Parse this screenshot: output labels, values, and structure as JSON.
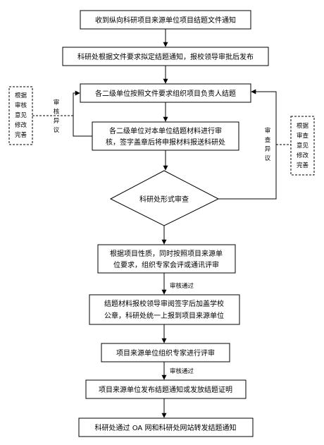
{
  "steps": {
    "s1": "收到纵向科研项目来源单位项目结题文件通知",
    "s2": "科研处根据文件要求拟定结题通知，报校领导审批后发布",
    "s3": "各二级单位按照文件要求组织项目负责人结题",
    "s4_line1": "各二级单位对本单位结题材料进行审",
    "s4_line2": "核，签字盖章后将申报材料报送科研处",
    "decision": "科研处形式审查",
    "s5_line1": "根据项目性质，同时按照项目来源单",
    "s5_line2": "位要求，组织专家会评或通讯评审",
    "s6_line1": "结题材料报校领导审阅签字后加盖学校",
    "s6_line2": "公章，科研处统一上报到项目来源单位",
    "s7": "项目来源单位组织专家进行评审",
    "s8": "项目来源单位发布结题通知或发放结题证明",
    "s9": "科研处通过 OA 网和科研处网站转发结题通知"
  },
  "labels": {
    "pass1": "审核通过",
    "pass2": "审核通过",
    "objection_left": [
      "审",
      "核",
      "异",
      "议"
    ],
    "objection_right": [
      "审",
      "查",
      "异",
      "议"
    ]
  },
  "notes": {
    "left": [
      "根据",
      "审核",
      "意见",
      "修改",
      "完善"
    ],
    "right": [
      "根据",
      "审查",
      "意见",
      "修改",
      "完善"
    ]
  }
}
